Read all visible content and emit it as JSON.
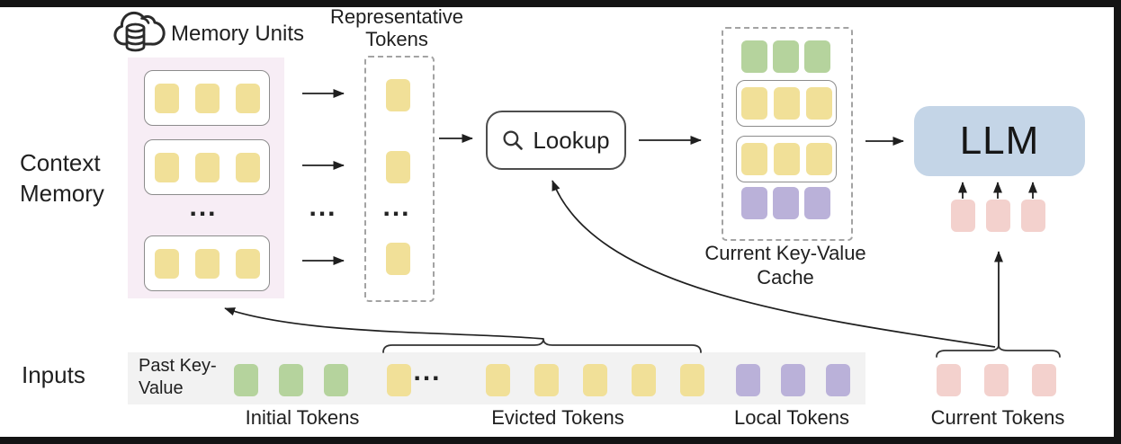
{
  "labels": {
    "memory_units": "Memory Units",
    "context_memory": "Context Memory",
    "representative_tokens": "Representative Tokens",
    "lookup": "Lookup",
    "current_kv_cache": "Current Key-Value Cache",
    "llm": "LLM",
    "inputs": "Inputs",
    "past_key_value": "Past Key-Value",
    "initial_tokens": "Initial Tokens",
    "evicted_tokens": "Evicted Tokens",
    "local_tokens": "Local Tokens",
    "current_tokens": "Current Tokens",
    "ellipsis": "..."
  },
  "icons": {
    "memory": "cloud-database-icon",
    "lookup": "magnifier-icon"
  },
  "colors": {
    "token_yellow": "#f1e098",
    "token_green": "#b5d39d",
    "token_purple": "#bab1d9",
    "token_pink": "#f3d1cd",
    "llm_blue": "#c4d5e7",
    "memory_panel_bg": "#f7edf5",
    "input_strip_bg": "#f2f2f2",
    "frame_black": "#141414",
    "arrow_stroke": "#1f1f1f"
  },
  "structure": {
    "memory_rows": 3,
    "tokens_per_memory_row": 3,
    "representative_token_count": 3,
    "cache_green_tokens": 3,
    "cache_yellow_tokens_per_box": 3,
    "cache_purple_tokens": 3,
    "llm_input_tokens": 3,
    "initial_token_count": 3,
    "evicted_tokens_before_dots": 1,
    "evicted_tokens_after_dots": 5,
    "local_token_count": 3,
    "current_token_count": 3
  }
}
